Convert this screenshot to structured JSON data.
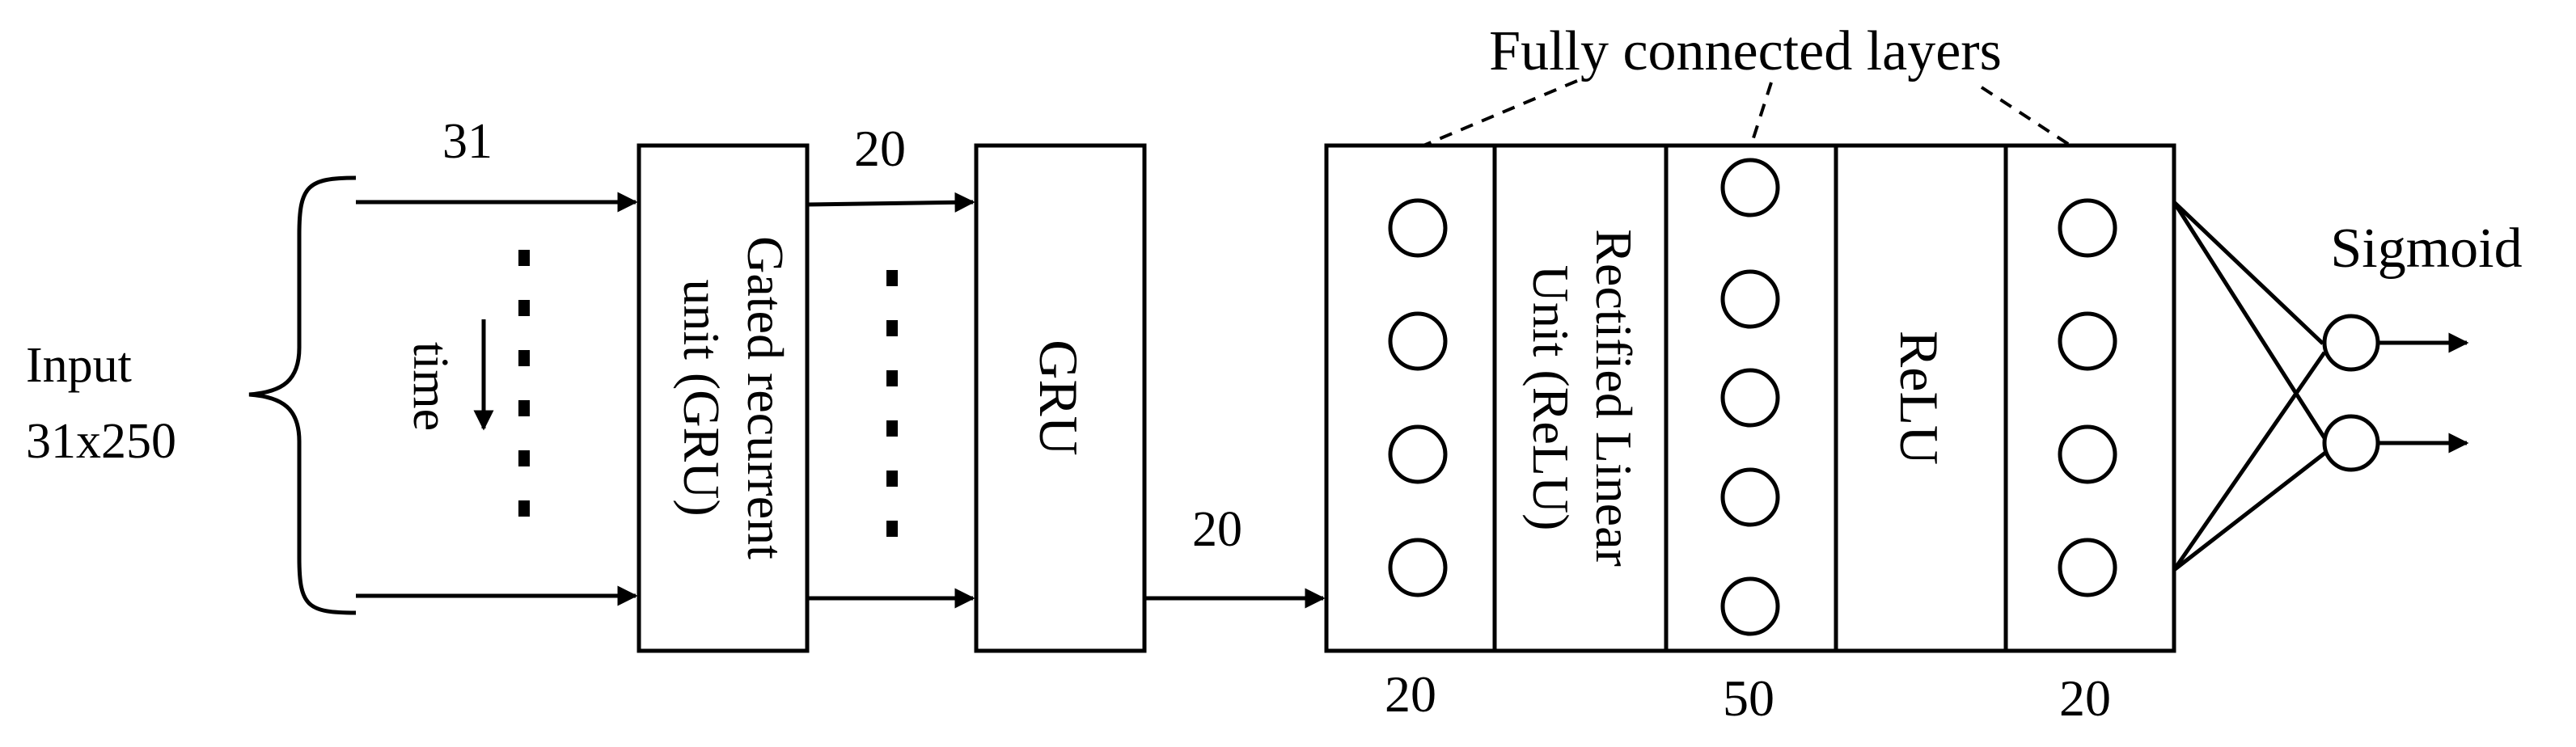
{
  "input": {
    "line1": "Input",
    "line2": "31x250"
  },
  "labels": {
    "input_dim": "31",
    "gru1_out": "20",
    "gru2_out": "20",
    "time": "time",
    "fc_title": "Fully connected layers",
    "sigmoid": "Sigmoid"
  },
  "gru1": {
    "line1": "Gated recurrent",
    "line2": "unit (GRU)"
  },
  "gru2": {
    "label": "GRU"
  },
  "relu1": {
    "line1": "Rectified Linear",
    "line2": "Unit (ReLU)"
  },
  "relu2": {
    "label": "ReLU"
  },
  "fc_sizes": [
    "20",
    "50",
    "20"
  ]
}
